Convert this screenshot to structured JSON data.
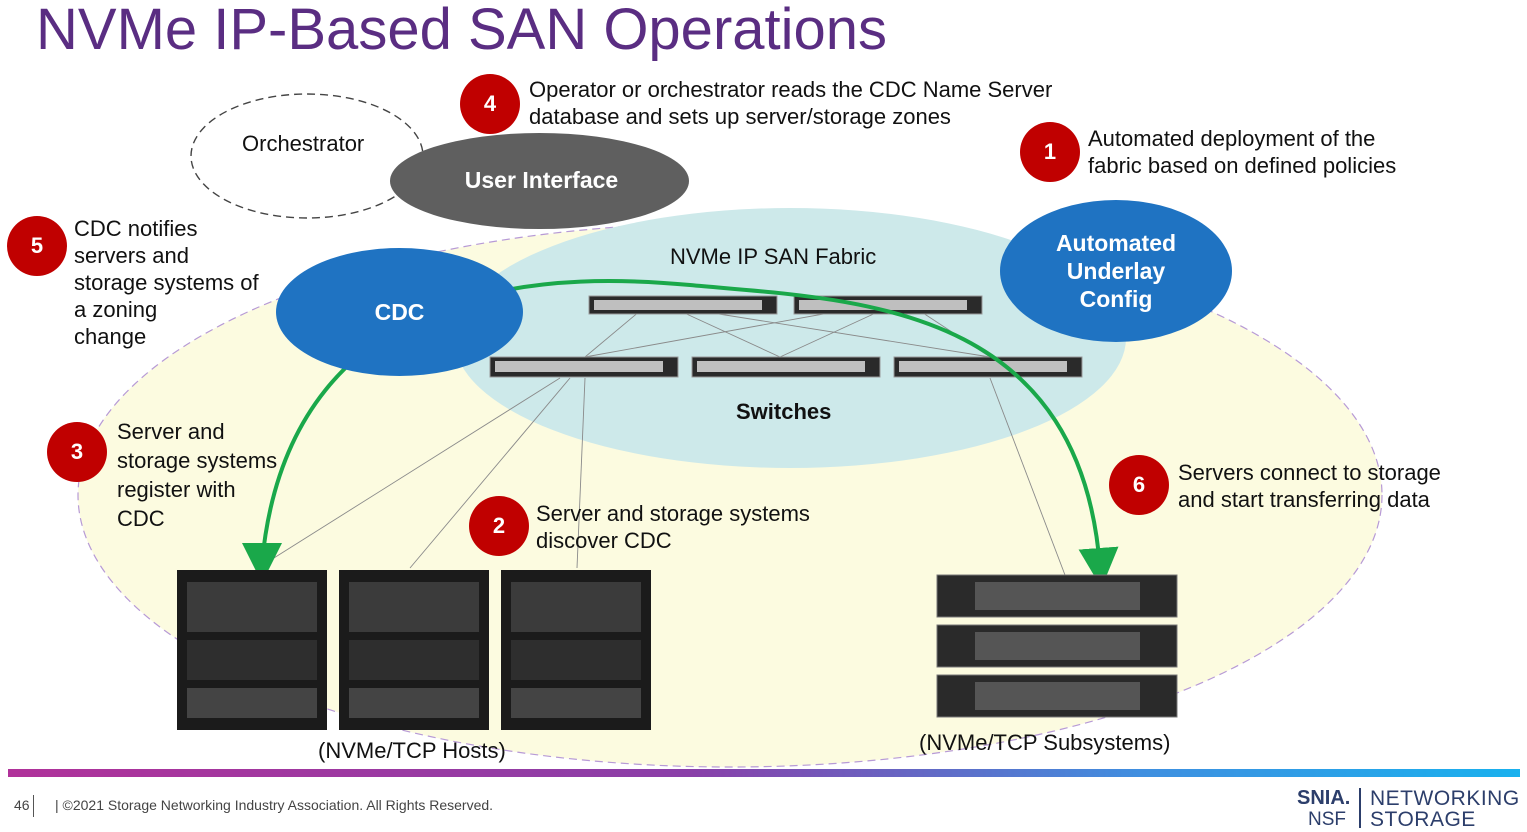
{
  "slide": {
    "title": "NVMe IP-Based SAN Operations"
  },
  "nodes": {
    "orchestrator": "Orchestrator",
    "user_interface": "User Interface",
    "cdc": "CDC",
    "automated_underlay_config": "Automated Underlay Config",
    "fabric": "NVMe IP SAN Fabric",
    "switches": "Switches",
    "hosts": "(NVMe/TCP Hosts)",
    "subsystems": "(NVMe/TCP Subsystems)"
  },
  "steps": [
    {
      "number": "1",
      "lines": [
        "Automated deployment of the",
        "fabric based on defined policies"
      ]
    },
    {
      "number": "2",
      "lines": [
        "Server and storage systems",
        "discover CDC"
      ]
    },
    {
      "number": "3",
      "lines": [
        "Server and",
        "storage systems",
        "register with",
        "CDC"
      ]
    },
    {
      "number": "4",
      "lines": [
        "Operator or orchestrator reads the CDC Name Server",
        "database and sets up server/storage zones"
      ]
    },
    {
      "number": "5",
      "lines": [
        "CDC notifies",
        "servers and",
        "storage systems of",
        "a zoning",
        "change"
      ]
    },
    {
      "number": "6",
      "lines": [
        "Servers connect to storage",
        "and start transferring data"
      ]
    }
  ],
  "footer": {
    "page_number": "46",
    "copyright": "| ©2021 Storage Networking Industry Association. All Rights Reserved.",
    "logo_snia": "SNIA.",
    "logo_nsf": "NSF",
    "logo_networking": "NETWORKING",
    "logo_storage": "STORAGE"
  },
  "colors": {
    "title": "#5a2d82",
    "badge": "#c00000",
    "blue_node": "#1f73c2",
    "gray_node": "#5f5f5f",
    "arrow": "#1aa84a",
    "outer_zone": "#fcfbe0",
    "fabric_zone": "#cde9ea"
  }
}
